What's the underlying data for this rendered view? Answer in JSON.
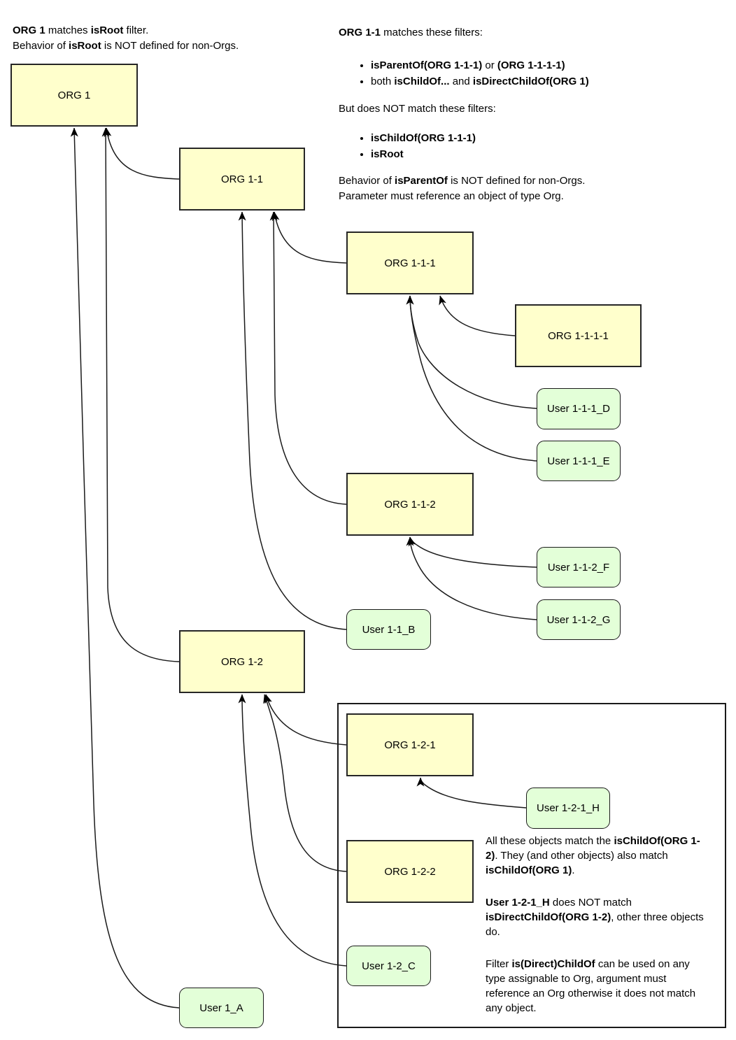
{
  "colors": {
    "org_fill": "#FFFFCC",
    "user_fill": "#E3FFD8",
    "edge": "#1a1a1a",
    "border": "#262626"
  },
  "nodes": [
    {
      "id": "org-1",
      "type": "org",
      "label": "ORG 1"
    },
    {
      "id": "org-1-1",
      "type": "org",
      "label": "ORG 1-1"
    },
    {
      "id": "org-1-1-1",
      "type": "org",
      "label": "ORG 1-1-1"
    },
    {
      "id": "org-1-1-1-1",
      "type": "org",
      "label": "ORG 1-1-1-1"
    },
    {
      "id": "user-1-1-1-d",
      "type": "user",
      "label": "User 1-1-1_D"
    },
    {
      "id": "user-1-1-1-e",
      "type": "user",
      "label": "User 1-1-1_E"
    },
    {
      "id": "org-1-1-2",
      "type": "org",
      "label": "ORG 1-1-2"
    },
    {
      "id": "user-1-1-2-f",
      "type": "user",
      "label": "User 1-1-2_F"
    },
    {
      "id": "user-1-1-2-g",
      "type": "user",
      "label": "User 1-1-2_G"
    },
    {
      "id": "user-1-1-b",
      "type": "user",
      "label": "User 1-1_B"
    },
    {
      "id": "org-1-2",
      "type": "org",
      "label": "ORG 1-2"
    },
    {
      "id": "org-1-2-1",
      "type": "org",
      "label": "ORG 1-2-1"
    },
    {
      "id": "user-1-2-1-h",
      "type": "user",
      "label": "User 1-2-1_H"
    },
    {
      "id": "org-1-2-2",
      "type": "org",
      "label": "ORG 1-2-2"
    },
    {
      "id": "user-1-2-c",
      "type": "user",
      "label": "User 1-2_C"
    },
    {
      "id": "user-1-a",
      "type": "user",
      "label": "User 1_A"
    }
  ],
  "edges": [
    {
      "from": "org-1-1",
      "to": "org-1"
    },
    {
      "from": "org-1-2",
      "to": "org-1"
    },
    {
      "from": "user-1-a",
      "to": "org-1"
    },
    {
      "from": "org-1-1-1",
      "to": "org-1-1"
    },
    {
      "from": "org-1-1-2",
      "to": "org-1-1"
    },
    {
      "from": "user-1-1-b",
      "to": "org-1-1"
    },
    {
      "from": "org-1-1-1-1",
      "to": "org-1-1-1"
    },
    {
      "from": "user-1-1-1-d",
      "to": "org-1-1-1"
    },
    {
      "from": "user-1-1-1-e",
      "to": "org-1-1-1"
    },
    {
      "from": "user-1-1-2-f",
      "to": "org-1-1-2"
    },
    {
      "from": "user-1-1-2-g",
      "to": "org-1-1-2"
    },
    {
      "from": "org-1-2-1",
      "to": "org-1-2"
    },
    {
      "from": "org-1-2-2",
      "to": "org-1-2"
    },
    {
      "from": "user-1-2-c",
      "to": "org-1-2"
    },
    {
      "from": "user-1-2-1-h",
      "to": "org-1-2-1"
    }
  ],
  "notes": {
    "top_left": {
      "lines": [
        [
          {
            "t": "ORG 1",
            "b": true
          },
          {
            "t": " matches ",
            "b": false
          },
          {
            "t": "isRoot",
            "b": true
          },
          {
            "t": " filter.",
            "b": false
          }
        ],
        [
          {
            "t": "Behavior of ",
            "b": false
          },
          {
            "t": "isRoot",
            "b": true
          },
          {
            "t": " is NOT defined for non-Orgs.",
            "b": false
          }
        ]
      ]
    },
    "top_right": {
      "heading": [
        {
          "t": "ORG 1-1",
          "b": true
        },
        {
          "t": " matches these filters:",
          "b": false
        }
      ],
      "match_bullets": [
        [
          {
            "t": "isParentOf(ORG 1-1-1)",
            "b": true
          },
          {
            "t": " or ",
            "b": false
          },
          {
            "t": "(ORG 1-1-1-1)",
            "b": true
          }
        ],
        [
          {
            "t": "both ",
            "b": false
          },
          {
            "t": "isChildOf...",
            "b": true
          },
          {
            "t": " and ",
            "b": false
          },
          {
            "t": "isDirectChildOf(ORG 1)",
            "b": true
          }
        ]
      ],
      "not_match_intro": [
        {
          "t": "But does NOT match these filters:",
          "b": false
        }
      ],
      "not_match_bullets": [
        [
          {
            "t": "isChildOf(ORG 1-1-1)",
            "b": true
          }
        ],
        [
          {
            "t": "isRoot",
            "b": true
          }
        ]
      ],
      "footer_lines": [
        [
          {
            "t": "Behavior of ",
            "b": false
          },
          {
            "t": "isParentOf",
            "b": true
          },
          {
            "t": " is NOT defined for non-Orgs.",
            "b": false
          }
        ],
        [
          {
            "t": "Parameter must reference an object of type Org.",
            "b": false
          }
        ]
      ]
    },
    "container_note": {
      "paragraphs": [
        [
          {
            "t": "All these objects match the ",
            "b": false
          },
          {
            "t": "isChildOf(ORG 1-2)",
            "b": true
          },
          {
            "t": ". They (and other objects) also match ",
            "b": false
          },
          {
            "t": "isChildOf(ORG 1)",
            "b": true
          },
          {
            "t": ".",
            "b": false
          }
        ],
        [
          {
            "t": "User 1-2-1_H",
            "b": true
          },
          {
            "t": " does NOT match ",
            "b": false
          },
          {
            "t": "isDirectChildOf(ORG 1-2)",
            "b": true
          },
          {
            "t": ", other three objects do.",
            "b": false
          }
        ],
        [
          {
            "t": "Filter ",
            "b": false
          },
          {
            "t": "is(Direct)ChildOf",
            "b": true
          },
          {
            "t": " can be used on any type assignable to Org, argument must reference an Org otherwise it does not match any object.",
            "b": false
          }
        ]
      ]
    }
  }
}
